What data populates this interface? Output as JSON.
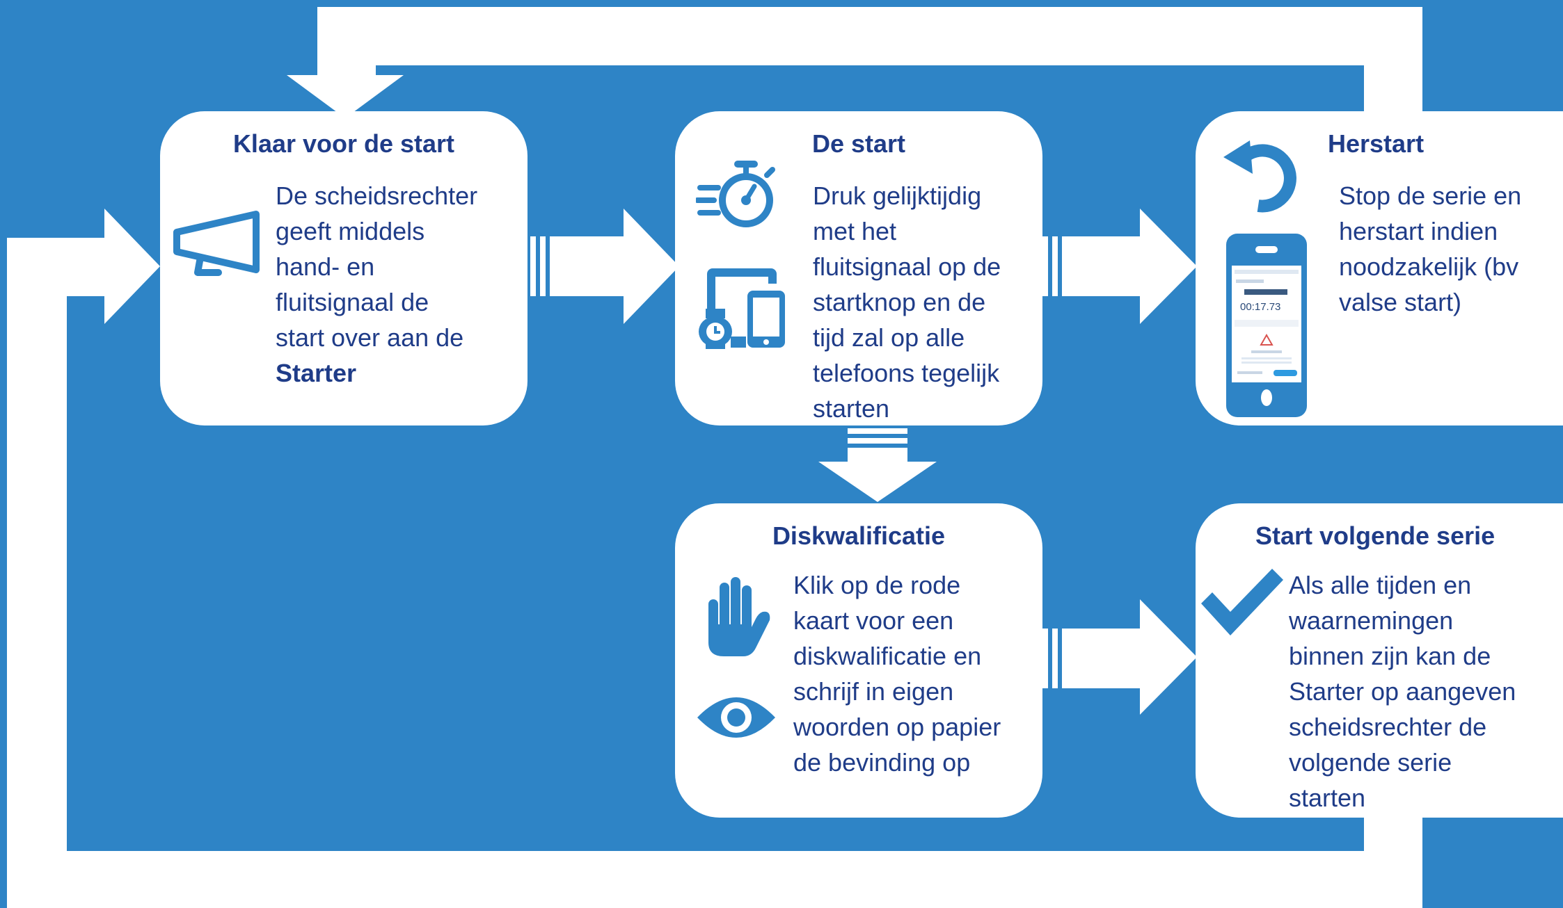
{
  "colors": {
    "background": "#2e84c6",
    "panel": "#ffffff",
    "text": "#1f3c88",
    "icon": "#2e84c6"
  },
  "boxes": {
    "klaar": {
      "title": "Klaar voor de start",
      "lines": [
        "De scheidsrechter",
        "geeft middels",
        "hand- en",
        "fluitsignaal de",
        "start over aan de"
      ],
      "bold_line": "Starter",
      "icon": "megaphone-icon"
    },
    "destart": {
      "title": "De start",
      "lines": [
        "Druk gelijktijdig",
        "met het",
        "fluitsignaal op de",
        "startknop en de",
        "tijd zal op alle",
        "telefoons tegelijk",
        "starten"
      ],
      "icons": [
        "stopwatch-icon",
        "devices-icon"
      ]
    },
    "herstart": {
      "title": "Herstart",
      "lines": [
        "Stop de serie en",
        "herstart indien",
        "noodzakelijk (bv",
        "valse start)"
      ],
      "icons": [
        "restart-icon",
        "phone-app-icon"
      ],
      "phone_timer": "00:17.73"
    },
    "diskwalificatie": {
      "title": "Diskwalificatie",
      "lines": [
        "Klik op de rode",
        "kaart voor een",
        "diskwalificatie en",
        "schrijf in eigen",
        "woorden op papier",
        "de bevinding op"
      ],
      "icons": [
        "hand-icon",
        "eye-icon"
      ]
    },
    "volgende": {
      "title": "Start volgende serie",
      "lines": [
        "Als alle tijden en",
        "waarnemingen",
        "binnen zijn kan de",
        "Starter op aangeven",
        "scheidsrechter de",
        "volgende serie",
        "starten"
      ],
      "icon": "checkmark-icon"
    }
  }
}
